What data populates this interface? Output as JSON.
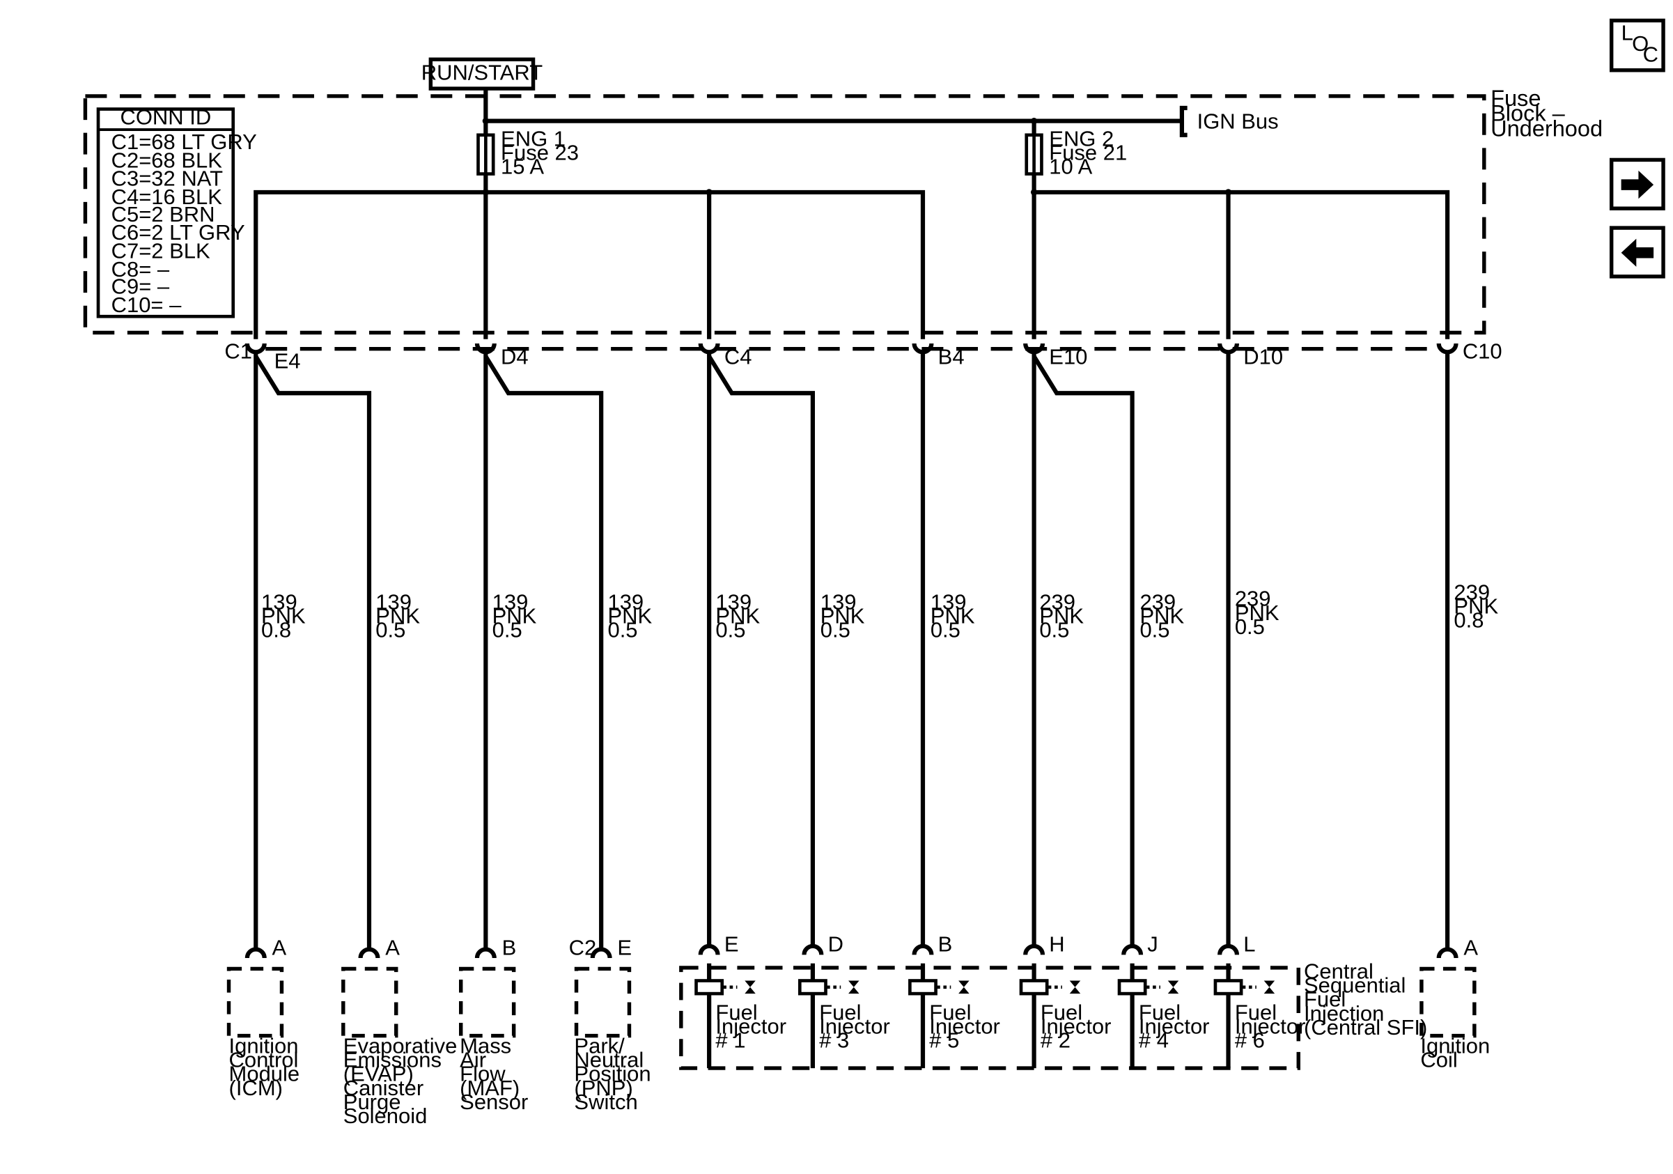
{
  "power_label": "RUN/START",
  "fuse_block_label": [
    "Fuse",
    "Block –",
    "Underhood"
  ],
  "ign_bus_label": "IGN Bus",
  "conn_id": {
    "title": "CONN ID",
    "rows": [
      "C1=68 LT GRY",
      "C2=68 BLK",
      "C3=32 NAT",
      "C4=16 BLK",
      "C5=2 BRN",
      "C6=2 LT GRY",
      "C7=2 BLK",
      "C8= –",
      "C9= –",
      "C10= –"
    ]
  },
  "fuses": [
    {
      "lines": [
        "ENG 1",
        "Fuse 23",
        "15 A"
      ]
    },
    {
      "lines": [
        "ENG 2",
        "Fuse 21",
        "10 A"
      ]
    }
  ],
  "connectors": [
    "C1",
    "E4",
    "D4",
    "C4",
    "B4",
    "E10",
    "D10",
    "C10"
  ],
  "wires": [
    {
      "circuit": "139",
      "color": "PNK",
      "gauge": "0.8"
    },
    {
      "circuit": "139",
      "color": "PNK",
      "gauge": "0.5"
    },
    {
      "circuit": "139",
      "color": "PNK",
      "gauge": "0.5"
    },
    {
      "circuit": "139",
      "color": "PNK",
      "gauge": "0.5"
    },
    {
      "circuit": "139",
      "color": "PNK",
      "gauge": "0.5"
    },
    {
      "circuit": "139",
      "color": "PNK",
      "gauge": "0.5"
    },
    {
      "circuit": "139",
      "color": "PNK",
      "gauge": "0.5"
    },
    {
      "circuit": "239",
      "color": "PNK",
      "gauge": "0.5"
    },
    {
      "circuit": "239",
      "color": "PNK",
      "gauge": "0.5"
    },
    {
      "circuit": "239",
      "color": "PNK",
      "gauge": "0.5"
    },
    {
      "circuit": "239",
      "color": "PNK",
      "gauge": "0.8"
    }
  ],
  "pins": [
    "A",
    "A",
    "B",
    "C2",
    "E",
    "E",
    "D",
    "B",
    "H",
    "J",
    "L",
    "A"
  ],
  "components": [
    {
      "lines": [
        "Ignition",
        "Control",
        "Module",
        "(ICM)"
      ]
    },
    {
      "lines": [
        "Evaporative",
        "Emissions",
        "(EVAP)",
        "Canister",
        "Purge",
        "Solenoid"
      ]
    },
    {
      "lines": [
        "Mass",
        "Air",
        "Flow",
        "(MAF)",
        "Sensor"
      ]
    },
    {
      "lines": [
        "Park/",
        "Neutral",
        "Position",
        "(PNP)",
        "Switch"
      ]
    },
    {
      "lines": [
        "Ignition",
        "Coil"
      ]
    }
  ],
  "injectors": [
    {
      "lines": [
        "Fuel",
        "Injector",
        "# 1"
      ]
    },
    {
      "lines": [
        "Fuel",
        "Injector",
        "# 3"
      ]
    },
    {
      "lines": [
        "Fuel",
        "Injector",
        "# 5"
      ]
    },
    {
      "lines": [
        "Fuel",
        "Injector",
        "# 2"
      ]
    },
    {
      "lines": [
        "Fuel",
        "Injector",
        "# 4"
      ]
    },
    {
      "lines": [
        "Fuel",
        "Injector",
        "# 6"
      ]
    }
  ],
  "sfi_label": [
    "Central",
    "Sequential",
    "Fuel",
    "Injection",
    "(Central SFI)"
  ],
  "nav": {
    "loc_letters": [
      "L",
      "O",
      "C"
    ],
    "next_icon": "arrow-right-icon",
    "prev_icon": "arrow-left-icon"
  }
}
